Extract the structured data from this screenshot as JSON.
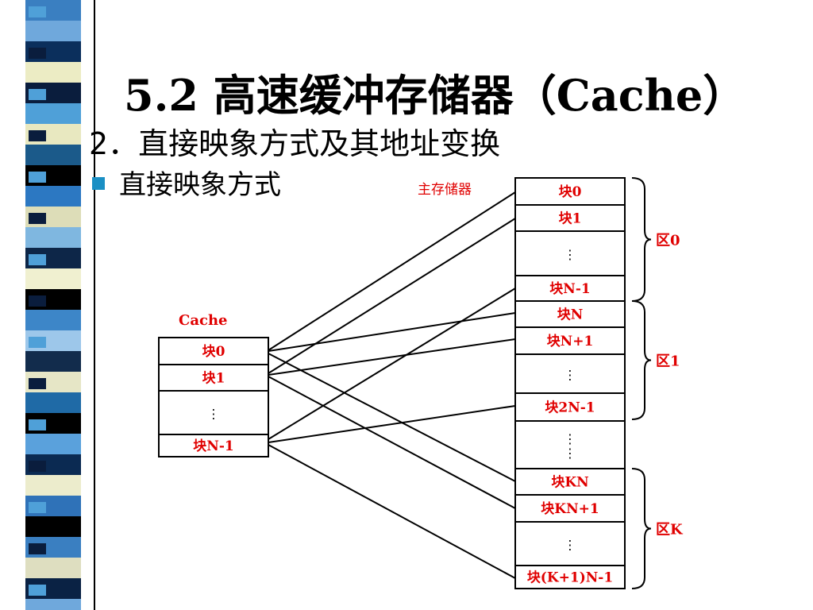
{
  "title": "5.2 高速缓冲存储器（Cache）",
  "subtitle": "2．直接映象方式及其地址变换",
  "bullet": "直接映象方式",
  "main_memory": {
    "label": "主存储器",
    "cells": [
      {
        "text": "块0"
      },
      {
        "text": "块1"
      },
      {
        "text": "⋮"
      },
      {
        "text": "块N-1"
      },
      {
        "text": "块N"
      },
      {
        "text": "块N+1"
      },
      {
        "text": "⋮"
      },
      {
        "text": "块2N-1"
      },
      {
        "text": "⋮⋮"
      },
      {
        "text": "块KN"
      },
      {
        "text": "块KN+1"
      },
      {
        "text": "⋮"
      },
      {
        "text": "块(K+1)N-1"
      }
    ],
    "zones": [
      "区0",
      "区1",
      "区K"
    ]
  },
  "cache": {
    "label": "Cache",
    "cells": [
      {
        "text": "块0"
      },
      {
        "text": "块1"
      },
      {
        "text": "⋮"
      },
      {
        "text": "块N-1"
      }
    ]
  },
  "colors": {
    "label_red": "#e00000",
    "bullet_blue": "#1a8fc4"
  }
}
